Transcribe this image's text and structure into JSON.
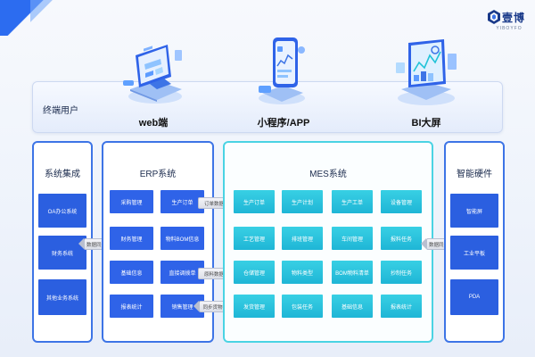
{
  "brand": {
    "name": "壹博",
    "sub": "YIBOYFO"
  },
  "terminal": {
    "title": "终端用户",
    "items": [
      {
        "label": "web端",
        "icon": "laptop-icon"
      },
      {
        "label": "小程序/APP",
        "icon": "phone-icon"
      },
      {
        "label": "BI大屏",
        "icon": "dashboard-icon"
      }
    ]
  },
  "system_integration": {
    "title": "系统集成",
    "items": [
      "OA办公系统",
      "财务系统",
      "其他业务系统"
    ]
  },
  "erp": {
    "title": "ERP系统",
    "items": [
      "采购管理",
      "生产订单",
      "财务管理",
      "物料BOM信息",
      "基础信息",
      "直接调拨单",
      "报表统计",
      "销售管理"
    ]
  },
  "mes": {
    "title": "MES系统",
    "items": [
      "生产订单",
      "生产计划",
      "生产工单",
      "设备管理",
      "工艺管理",
      "排班管理",
      "车间管理",
      "报料任务",
      "仓储管理",
      "物料类型",
      "BOM物料清单",
      "抄制任务",
      "发货管理",
      "包装任务",
      "基础信息",
      "报表统计"
    ]
  },
  "hardware": {
    "title": "智能硬件",
    "items": [
      "智能屏",
      "工业平板",
      "PDA"
    ]
  },
  "connectors": {
    "sys_erp": "数据同步",
    "erp_mes": [
      "订单数据",
      "原料数据",
      "同步货物状态"
    ],
    "mes_hw": "数据同步"
  }
}
